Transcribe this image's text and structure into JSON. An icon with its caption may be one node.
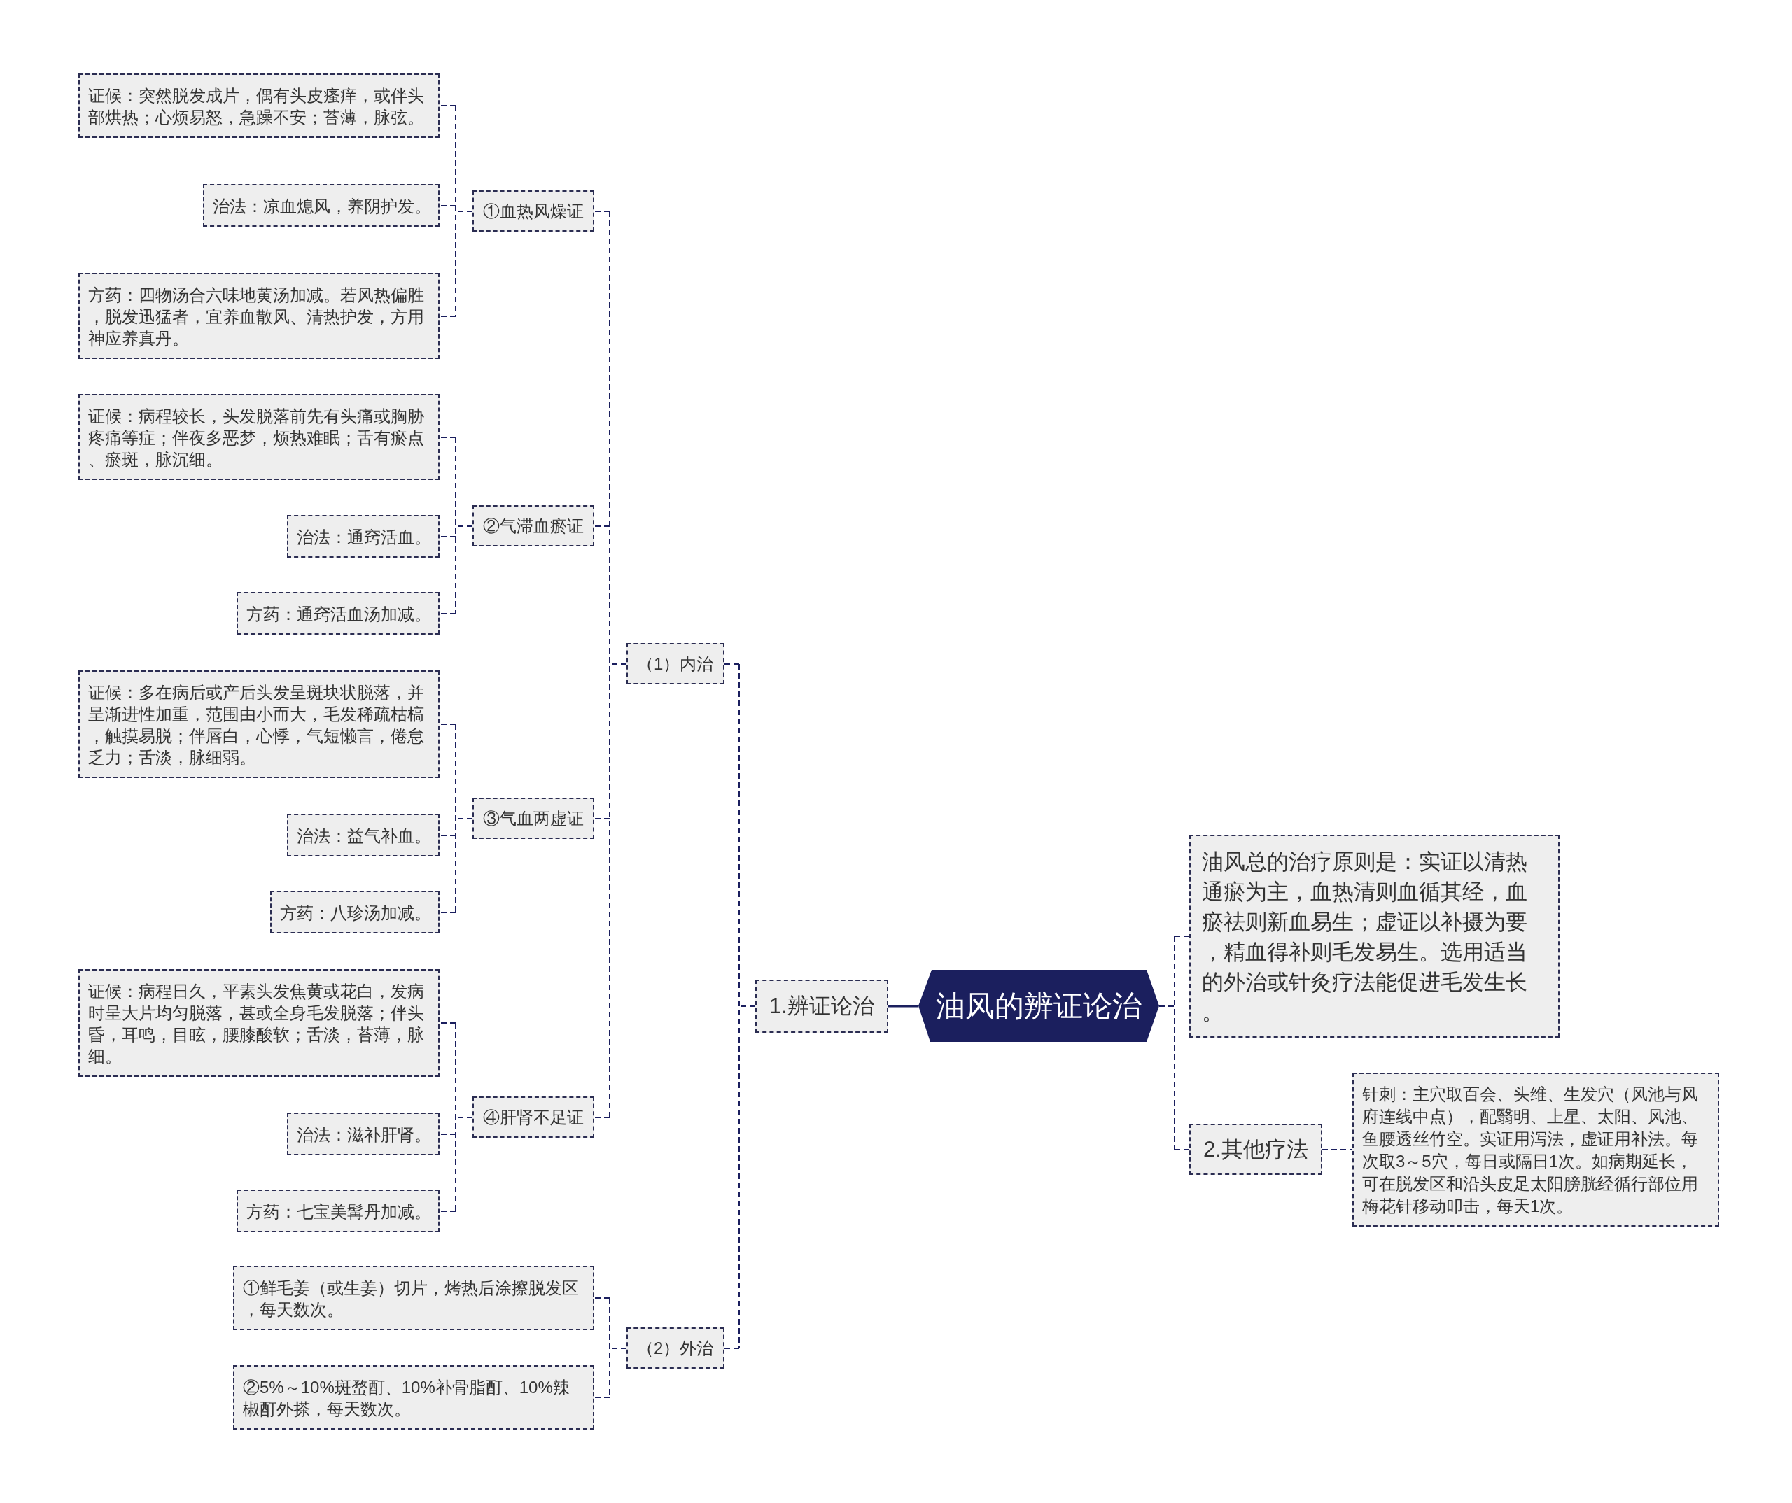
{
  "diagram": {
    "nodes": [
      {
        "text": [
          "油风的辨证论治"
        ]
      },
      {
        "text": [
          "1.辨证论治"
        ]
      },
      {
        "text": [
          "（1）内治"
        ]
      },
      {
        "text": [
          "①血热风燥证"
        ]
      },
      {
        "text": [
          "证候：突然脱发成片，偶有头皮瘙痒，或伴头部烘热；心烦易怒，急躁不安；苔薄，脉弦。"
        ]
      },
      {
        "text": [
          "治法：凉血熄风，养阴护发。"
        ]
      },
      {
        "text": [
          "方药：四物汤合六味地黄汤加减。若风热偏胜，脱发迅猛者，宜养血散风、清热护发，方用神应养真丹。"
        ]
      },
      {
        "text": [
          "②气滞血瘀证"
        ]
      },
      {
        "text": [
          "证候：病程较长，头发脱落前先有头痛或胸胁疼痛等症；伴夜多恶梦，烦热难眠；舌有瘀点、瘀斑，脉沉细。"
        ]
      },
      {
        "text": [
          "治法：通窍活血。"
        ]
      },
      {
        "text": [
          "方药：通窍活血汤加减。"
        ]
      },
      {
        "text": [
          "③气血两虚证"
        ]
      },
      {
        "text": [
          "证候：多在病后或产后头发呈斑块状脱落，并呈渐进性加重，范围由小而大，毛发稀疏枯槁，触摸易脱；伴唇白，心悸，气短懒言，倦怠乏力；舌淡，脉细弱。"
        ]
      },
      {
        "text": [
          "治法：益气补血。"
        ]
      },
      {
        "text": [
          "方药：八珍汤加减。"
        ]
      },
      {
        "text": [
          "④肝肾不足证"
        ]
      },
      {
        "text": [
          "证候：病程日久，平素头发焦黄或花白，发病时呈大片均匀脱落，甚或全身毛发脱落；伴头昏，耳鸣，目眩，腰膝酸软；舌淡，苔薄，脉细。"
        ]
      },
      {
        "text": [
          "治法：滋补肝肾。"
        ]
      },
      {
        "text": [
          "方药：七宝美髯丹加减。"
        ]
      },
      {
        "text": [
          "（2）外治"
        ]
      },
      {
        "text": [
          "①鲜毛姜（或生姜）切片，烤热后涂擦脱发区，每天数次。"
        ]
      },
      {
        "text": [
          "②5%～10%斑蝥酊、10%补骨脂酊、10%辣椒酊外搽，每天数次。"
        ]
      },
      {
        "text": [
          "油风总的治疗原则是：实证以清热通瘀为主，血热清则血循其经，血瘀祛则新血易生；虚证以补摄为要，精血得补则毛发易生。选用适当的外治或针灸疗法能促进毛发生长。"
        ]
      },
      {
        "text": [
          "2.其他疗法"
        ]
      },
      {
        "text": [
          "针刺：主穴取百会、头维、生发穴（风池与风府连线中点），配翳明、上星、太阳、风池、鱼腰透丝竹空。实证用泻法，虚证用补法。每次取3～5穴，每日或隔日1次。如病期延长，可在脱发区和沿头皮足太阳膀胱经循行部位用梅花针移动叩击，每天1次。"
        ]
      }
    ],
    "edges": [
      {
        "from": 0,
        "to": 1,
        "arrow": "none"
      },
      {
        "from": 1,
        "to": 2,
        "arrow": "none",
        "style": "dashed"
      },
      {
        "from": 2,
        "to": 3,
        "arrow": "none",
        "style": "dashed"
      },
      {
        "from": 3,
        "to": 4,
        "arrow": "none",
        "style": "dashed"
      },
      {
        "from": 3,
        "to": 5,
        "arrow": "none",
        "style": "dashed"
      },
      {
        "from": 3,
        "to": 6,
        "arrow": "none",
        "style": "dashed"
      },
      {
        "from": 2,
        "to": 7,
        "arrow": "none",
        "style": "dashed"
      },
      {
        "from": 7,
        "to": 8,
        "arrow": "none",
        "style": "dashed"
      },
      {
        "from": 7,
        "to": 9,
        "arrow": "none",
        "style": "dashed"
      },
      {
        "from": 7,
        "to": 10,
        "arrow": "none",
        "style": "dashed"
      },
      {
        "from": 2,
        "to": 11,
        "arrow": "none",
        "style": "dashed"
      },
      {
        "from": 11,
        "to": 12,
        "arrow": "none",
        "style": "dashed"
      },
      {
        "from": 11,
        "to": 13,
        "arrow": "none",
        "style": "dashed"
      },
      {
        "from": 11,
        "to": 14,
        "arrow": "none",
        "style": "dashed"
      },
      {
        "from": 2,
        "to": 15,
        "arrow": "none",
        "style": "dashed"
      },
      {
        "from": 15,
        "to": 16,
        "arrow": "none",
        "style": "dashed"
      },
      {
        "from": 15,
        "to": 17,
        "arrow": "none",
        "style": "dashed"
      },
      {
        "from": 15,
        "to": 18,
        "arrow": "none",
        "style": "dashed"
      },
      {
        "from": 1,
        "to": 19,
        "arrow": "none",
        "style": "dashed"
      },
      {
        "from": 19,
        "to": 20,
        "arrow": "none",
        "style": "dashed"
      },
      {
        "from": 19,
        "to": 21,
        "arrow": "none",
        "style": "dashed"
      },
      {
        "from": 0,
        "to": 22,
        "arrow": "none",
        "style": "dashed"
      },
      {
        "from": 0,
        "to": 23,
        "arrow": "none",
        "style": "dashed"
      },
      {
        "from": 23,
        "to": 24,
        "arrow": "none",
        "style": "dashed"
      }
    ]
  }
}
